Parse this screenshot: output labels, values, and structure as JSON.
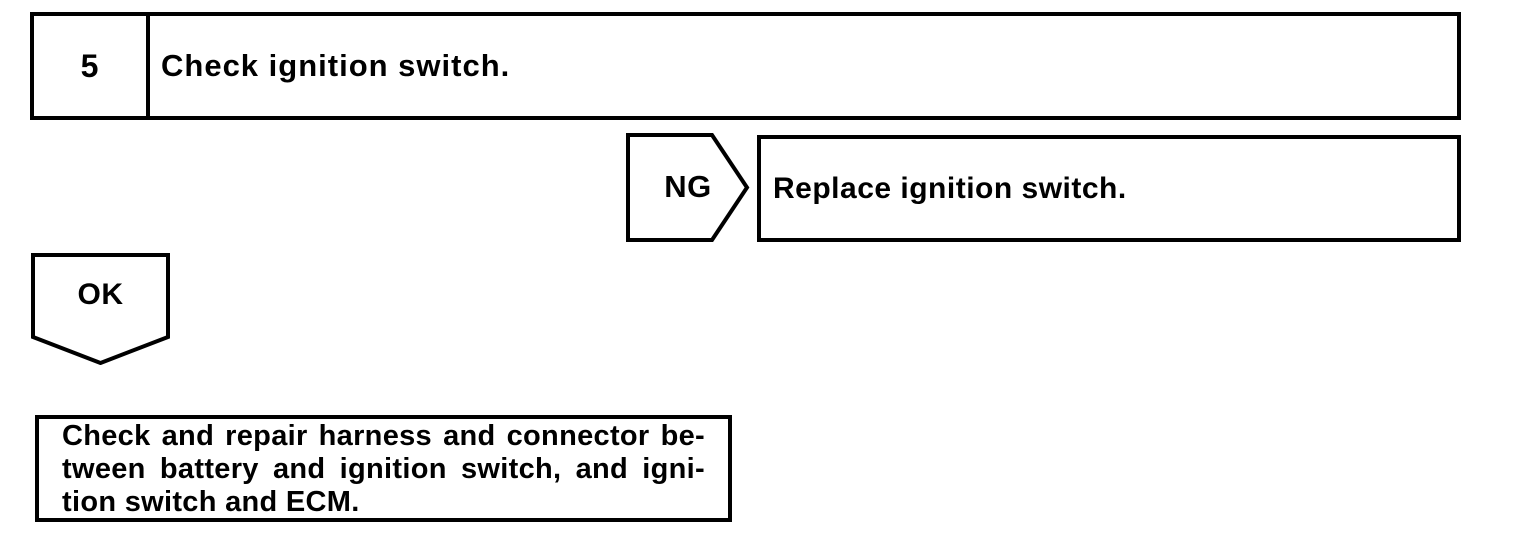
{
  "colors": {
    "line": "#000000",
    "text": "#000000",
    "background": "#ffffff"
  },
  "flowchart": {
    "step": {
      "number": "5",
      "instruction": "Check ignition switch."
    },
    "ng_branch": {
      "connector_label": "NG",
      "action": "Replace ignition switch."
    },
    "ok_branch": {
      "connector_label": "OK",
      "action": "Check and repair harness and connector between battery and ignition switch, and ignition switch and ECM.",
      "action_lines": [
        "Check and repair harness and connector be-",
        "tween battery and ignition switch, and igni-",
        "tion switch and ECM."
      ]
    }
  }
}
